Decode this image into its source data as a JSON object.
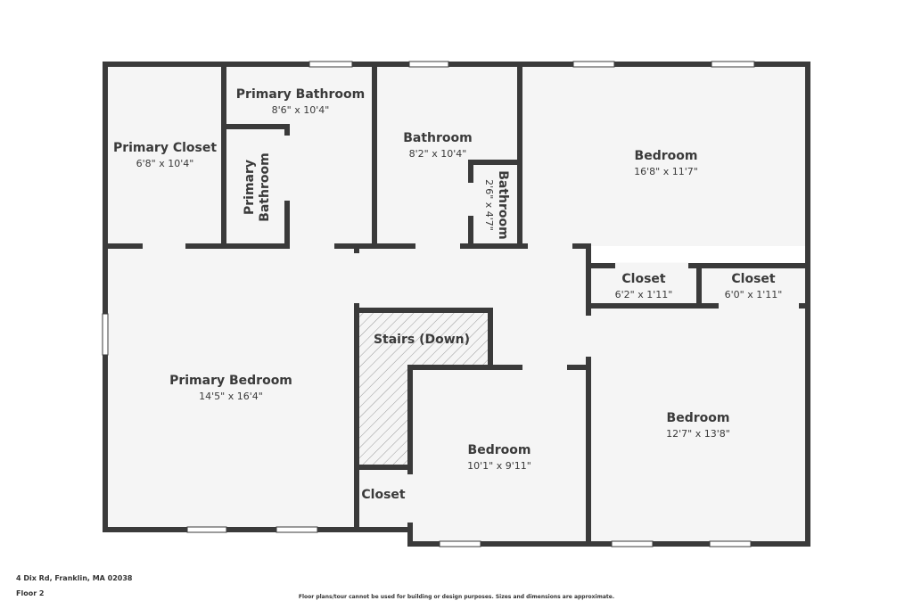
{
  "rooms": {
    "primary_closet": {
      "name": "Primary Closet",
      "dims": "6'8\" x 10'4\""
    },
    "primary_bathroom": {
      "name": "Primary Bathroom",
      "dims": "8'6\" x 10'4\""
    },
    "primary_bathroom_small": {
      "name_line1": "Primary",
      "name_line2": "Bathroom"
    },
    "bathroom": {
      "name": "Bathroom",
      "dims": "8'2\" x 10'4\""
    },
    "bathroom_small": {
      "name": "Bathroom",
      "dims": "2'6\" x 4'7\""
    },
    "bedroom_ne": {
      "name": "Bedroom",
      "dims": "16'8\" x 11'7\""
    },
    "closet_1": {
      "name": "Closet",
      "dims": "6'2\" x 1'11\""
    },
    "closet_2": {
      "name": "Closet",
      "dims": "6'0\" x 1'11\""
    },
    "primary_bedroom": {
      "name": "Primary Bedroom",
      "dims": "14'5\" x 16'4\""
    },
    "stairs": {
      "name": "Stairs (Down)"
    },
    "bedroom_center": {
      "name": "Bedroom",
      "dims": "10'1\" x 9'11\""
    },
    "bedroom_se": {
      "name": "Bedroom",
      "dims": "12'7\" x 13'8\""
    },
    "closet_3": {
      "name": "Closet"
    }
  },
  "footer": {
    "address": "4 Dix Rd, Franklin, MA 02038",
    "floor": "Floor 2",
    "disclaimer": "Floor plans/tour cannot be used for building or design purposes. Sizes and dimensions are approximate."
  },
  "colors": {
    "wall": "#3a3a3a",
    "floor": "#f5f5f5",
    "background": "#ffffff"
  }
}
